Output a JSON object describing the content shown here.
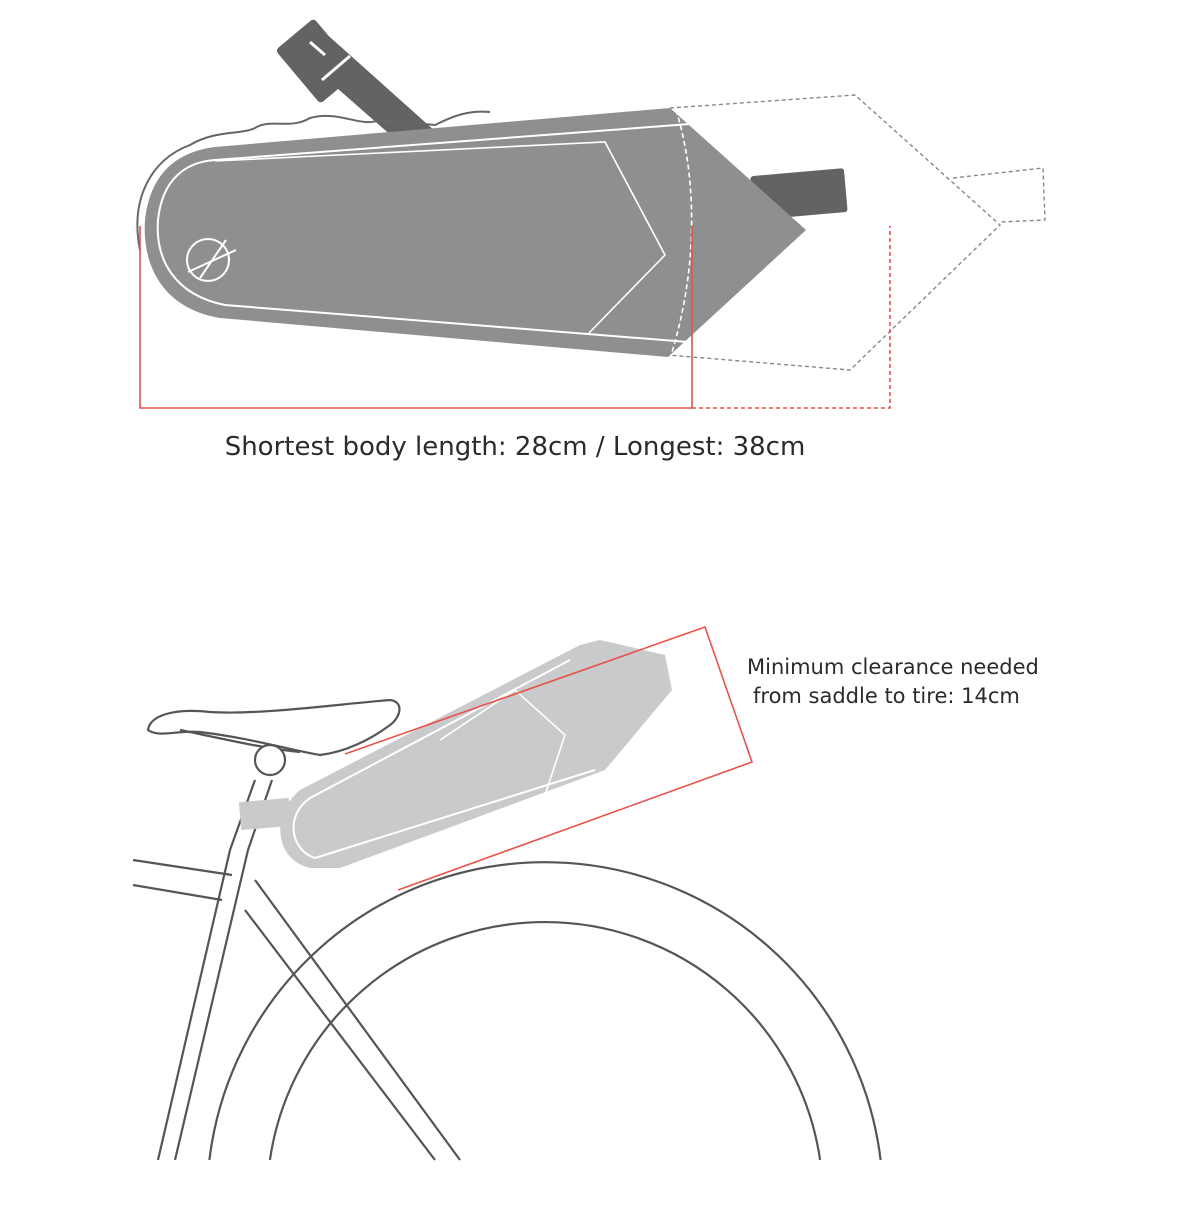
{
  "top_diagram": {
    "caption": "Shortest body length: 28cm / Longest: 38cm"
  },
  "bottom_diagram": {
    "caption_line1": "Minimum clearance needed",
    "caption_line2": "from saddle to tire: 14cm"
  },
  "colors": {
    "bag_dark": "#8e8f91",
    "strap": "#626365",
    "bag_light": "#c9cacb",
    "measure_red": "#e8524a",
    "outline": "#555555"
  }
}
